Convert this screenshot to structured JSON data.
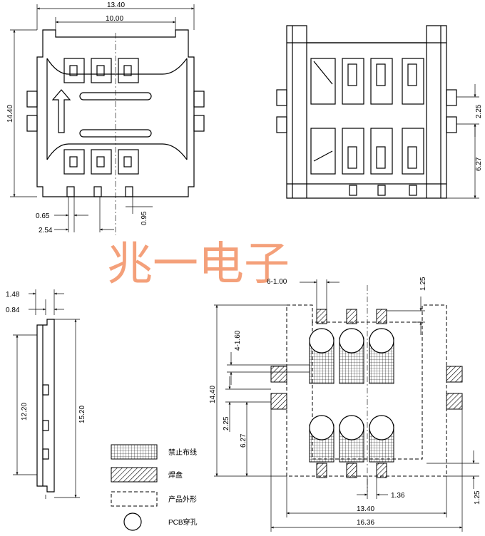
{
  "watermark": "兆一电子",
  "top_left_view": {
    "dim_width_overall": "13.40",
    "dim_width_inner": "10.00",
    "dim_height": "14.40",
    "dim_pin_width": "0.65",
    "dim_pin_pitch": "2.54",
    "dim_pin_gap": "0.95"
  },
  "top_right_view": {
    "dim_tab_width": "2.25",
    "dim_tab_offset": "6.27"
  },
  "side_view": {
    "dim_total_thickness": "1.48",
    "dim_body_thickness": "0.84",
    "dim_inner_length": "12.20",
    "dim_outer_length": "15.20"
  },
  "footprint_view": {
    "dim_pad_spec": "6-1.00",
    "dim_top_margin": "1.25",
    "dim_hole_spec": "4-1.60",
    "dim_height": "14.40",
    "dim_tab_width": "2.25",
    "dim_tab_offset": "6.27",
    "dim_pad_width": "1.36",
    "dim_bottom_margin": "1.25",
    "dim_width_inner": "13.40",
    "dim_width_outer": "16.36"
  },
  "legend": [
    {
      "label": "禁止布线"
    },
    {
      "label": "焊盘"
    },
    {
      "label": "产品外形"
    },
    {
      "label": "PCB穿孔"
    }
  ]
}
